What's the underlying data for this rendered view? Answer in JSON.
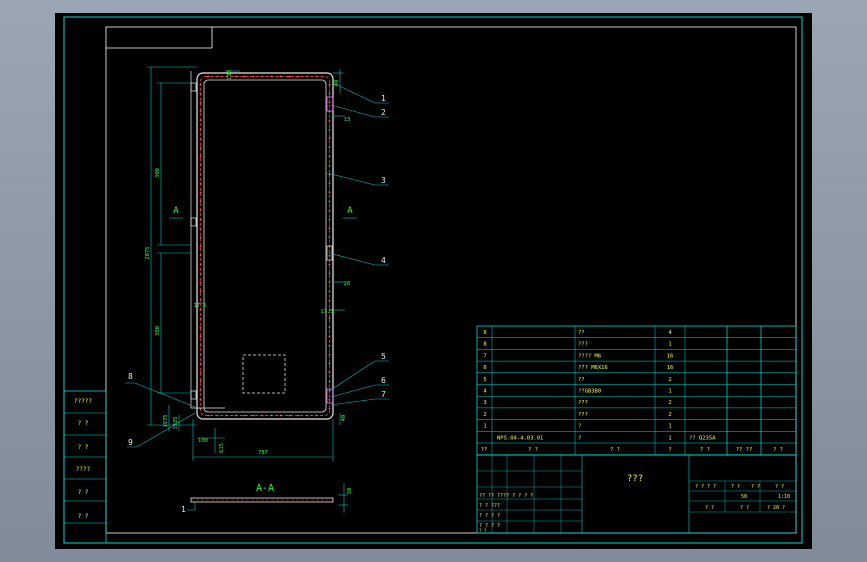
{
  "colors": {
    "frame": "#00d8d8",
    "part": "#e8e8e8",
    "accent": "#ff2a2a",
    "dim": "#00c8c8",
    "text_green": "#33ff33",
    "text_yellow": "#ffff00",
    "background": "#000000"
  },
  "drawing": {
    "section_label": "A-A",
    "section_mark_left": "A",
    "section_mark_right": "A",
    "leaders": [
      "1",
      "2",
      "3",
      "4",
      "5",
      "6",
      "7",
      "8",
      "9"
    ],
    "section_leader": "1",
    "dims": {
      "height_total": "2075",
      "upper_span": "300",
      "lower_span": "300",
      "width_total": "787",
      "bottom_offset": "615",
      "bottom_small": "100",
      "left_low_a": "1975",
      "left_low_b": "1925",
      "top_a": "48",
      "top_b": "120",
      "right_a": "13",
      "right_b": "20",
      "right_c": "40",
      "mid_a": "17.5",
      "mid_b": "17.5",
      "section_h": "20"
    }
  },
  "left_stack": [
    "?????",
    "? ?",
    "? ?",
    "????",
    "? ?",
    "? ?"
  ],
  "bom": {
    "rows": [
      {
        "no": "8",
        "name": "??",
        "qty": "4"
      },
      {
        "no": "8",
        "name": "???",
        "qty": "1"
      },
      {
        "no": "7",
        "name": "???? M6",
        "qty": "16"
      },
      {
        "no": "6",
        "name": "??? M6X16",
        "qty": "16"
      },
      {
        "no": "5",
        "name": "??",
        "qty": "2"
      },
      {
        "no": "4",
        "name": "??GB380",
        "qty": "1"
      },
      {
        "no": "3",
        "name": "???",
        "qty": "2"
      },
      {
        "no": "2",
        "name": "???",
        "qty": "2"
      },
      {
        "no": "1",
        "name": "?",
        "qty": "1"
      },
      {
        "no": "NPS.04-4.03.01",
        "name": "?",
        "qty": "1",
        "mat": "?? Q235A"
      }
    ],
    "header": {
      "c1": "??",
      "c2": "?  ?",
      "c3": "?  ?",
      "c4": "?",
      "c5": "?  ?",
      "c6": "?? ??",
      "c7": "?  ?"
    }
  },
  "title_block": {
    "title": "???",
    "left_rows": [
      "?? ??  ????   ? ?  ? ?",
      "?  ?    ???",
      "?  ?     ? ?",
      "?  ?     ? ?",
      "?  ?"
    ],
    "right_top": [
      "? ? ? ?",
      "? ?",
      "? ?",
      "? ?"
    ],
    "right_mid": {
      "a": "50",
      "b": "1:10"
    },
    "right_bottom": [
      "?  ?",
      "?  ?",
      "? 20 ?"
    ]
  }
}
